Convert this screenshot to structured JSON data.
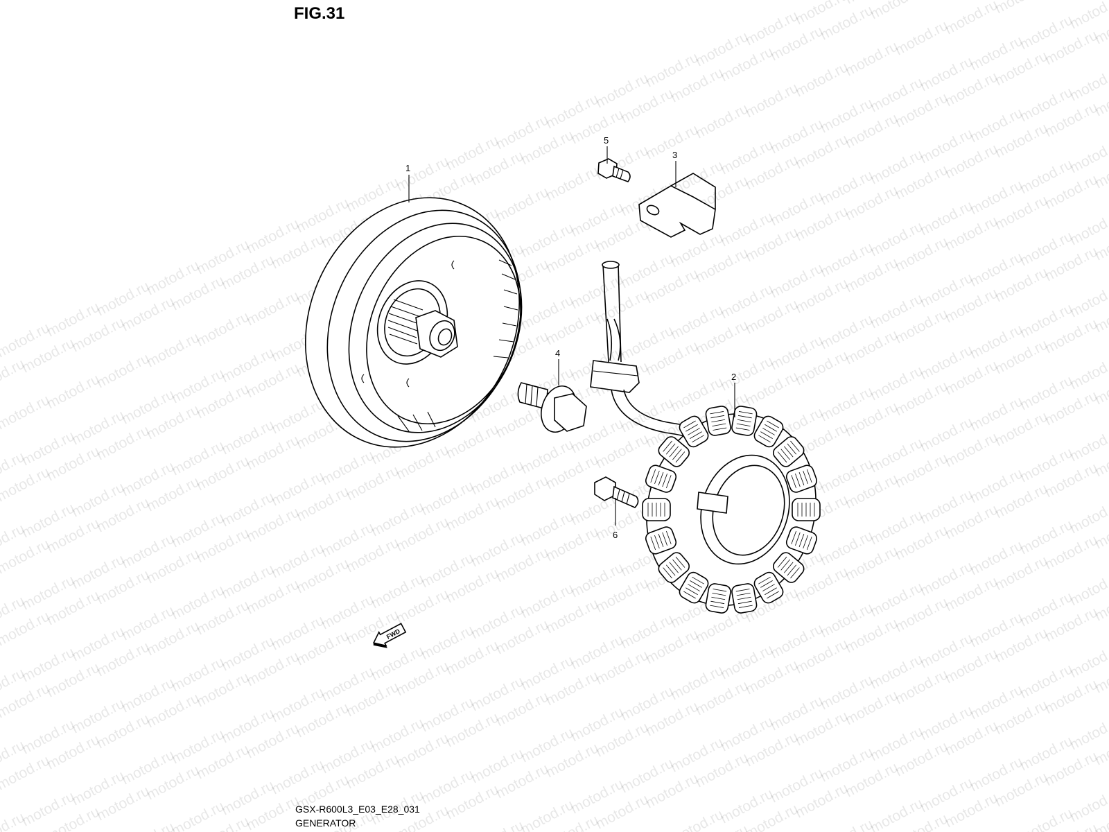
{
  "figure": {
    "title": "FIG.31",
    "code": "GSX-R600L3_E03_E28_031",
    "name": "GENERATOR"
  },
  "watermark": {
    "text": "motod.ru"
  },
  "callouts": [
    {
      "id": "part-1",
      "label": "1"
    },
    {
      "id": "part-2",
      "label": "2"
    },
    {
      "id": "part-3",
      "label": "3"
    },
    {
      "id": "part-4",
      "label": "4"
    },
    {
      "id": "part-5",
      "label": "5"
    },
    {
      "id": "part-6",
      "label": "6"
    }
  ],
  "fwd_arrow": {
    "label": "FWD"
  },
  "icons": [
    "rotor-icon",
    "stator-icon",
    "clamp-icon",
    "bolt-icon",
    "fwd-arrow-icon"
  ]
}
